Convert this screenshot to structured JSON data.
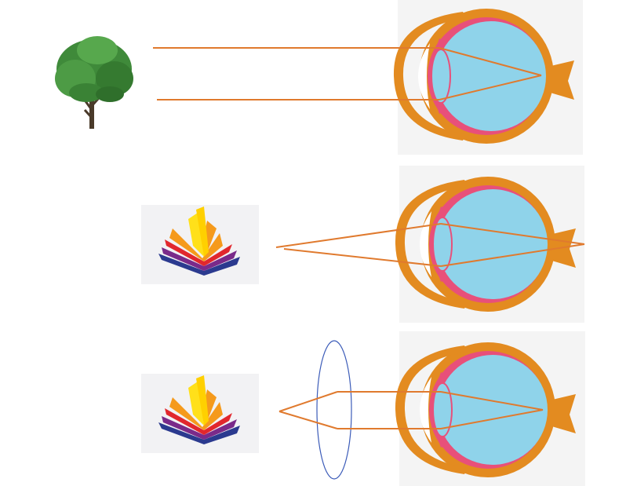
{
  "colors": {
    "background": "#ffffff",
    "eye_panel_bg": "#f4f4f4",
    "sclera": "#e38b20",
    "choroid_pink": "#e8507a",
    "vitreous": "#8fd3ea",
    "lens": "#8fd3ea",
    "light_ray": "#e07a2e",
    "corrective_lens": "#3b5bb8",
    "tree_foliage": "#3f8a3a",
    "tree_trunk": "#4a3a2a",
    "book_yellow": "#ffe01a",
    "book_orange": "#f59a1c",
    "book_red": "#e1272d",
    "book_purple": "#7a2a8a",
    "book_blue": "#2b3a8f"
  },
  "panels": [
    {
      "id": "distant-object-normal-eye",
      "object": "tree-icon"
    },
    {
      "id": "near-object-hyperopic-eye",
      "object": "book-icon"
    },
    {
      "id": "near-object-corrected-eye",
      "object": "book-icon",
      "has_corrective_lens": true
    }
  ]
}
